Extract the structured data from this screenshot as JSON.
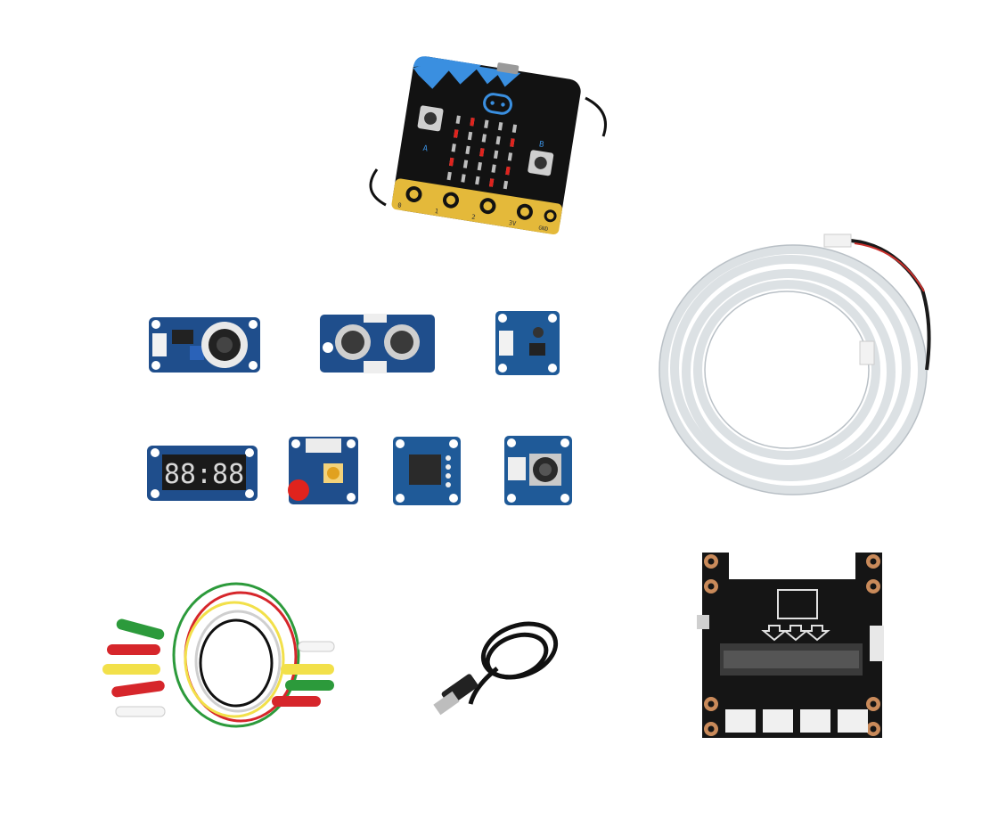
{
  "scene": {
    "background": "#ffffff",
    "description_items": [
      "microbit-board",
      "grove-speaker-module",
      "grove-ultrasonic-ranger",
      "grove-light-sensor",
      "grove-4-digit-display",
      "grove-red-led",
      "grove-sensor-module",
      "grove-rotary-angle-sensor",
      "led-strip",
      "alligator-clip-cables",
      "usb-cable",
      "grove-shield-for-microbit"
    ]
  },
  "microbit": {
    "button_a": "A",
    "button_b": "B",
    "pins": [
      "0",
      "1",
      "2",
      "3V",
      "GND"
    ],
    "colors": {
      "board": "#111111",
      "accent": "#3a8fe0",
      "gold": "#e4b93a",
      "led": "#e0231d"
    }
  },
  "display_module": {
    "digits": "88:88",
    "digit_color": "#d8d8d8"
  },
  "shield": {
    "colors": {
      "board": "#151515",
      "pads": "#c98a5a"
    }
  },
  "cables": {
    "clip_colors": [
      "#2c9a3b",
      "#d6262b",
      "#f2e04a",
      "#f5f5f5",
      "#111111"
    ]
  }
}
